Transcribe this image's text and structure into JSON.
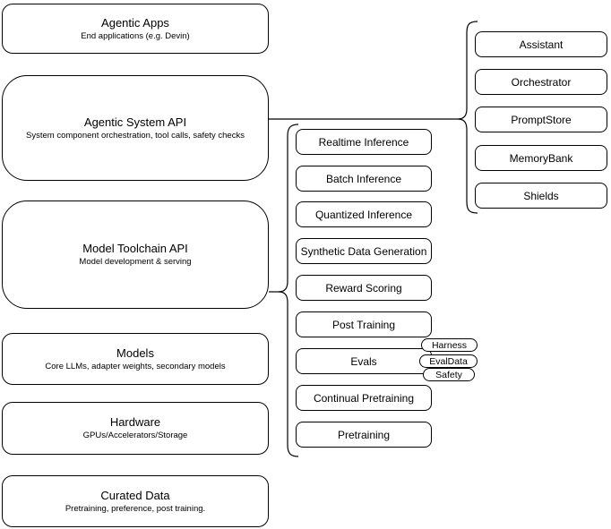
{
  "stack": [
    {
      "title": "Agentic Apps",
      "subtitle": "End applications (e.g. Devin)"
    },
    {
      "title": "Agentic System API",
      "subtitle": "System component orchestration, tool calls, safety checks"
    },
    {
      "title": "Model Toolchain API",
      "subtitle": "Model development & serving"
    },
    {
      "title": "Models",
      "subtitle": "Core LLMs, adapter weights, secondary models"
    },
    {
      "title": "Hardware",
      "subtitle": "GPUs/Accelerators/Storage"
    },
    {
      "title": "Curated Data",
      "subtitle": "Pretraining, preference, post training."
    }
  ],
  "toolchain_group": {
    "boxes": [
      "Realtime Inference",
      "Batch Inference",
      "Quantized Inference",
      "Synthetic Data Generation",
      "Reward Scoring",
      "Post Training",
      "Evals",
      "Continual Pretraining",
      "Pretraining"
    ],
    "eval_tags": [
      "Harness",
      "EvalData",
      "Safety"
    ]
  },
  "system_group": {
    "boxes": [
      "Assistant",
      "Orchestrator",
      "PromptStore",
      "MemoryBank",
      "Shields"
    ]
  },
  "colors": {
    "border": "#000000",
    "background": "#ffffff",
    "text": "#000000"
  }
}
